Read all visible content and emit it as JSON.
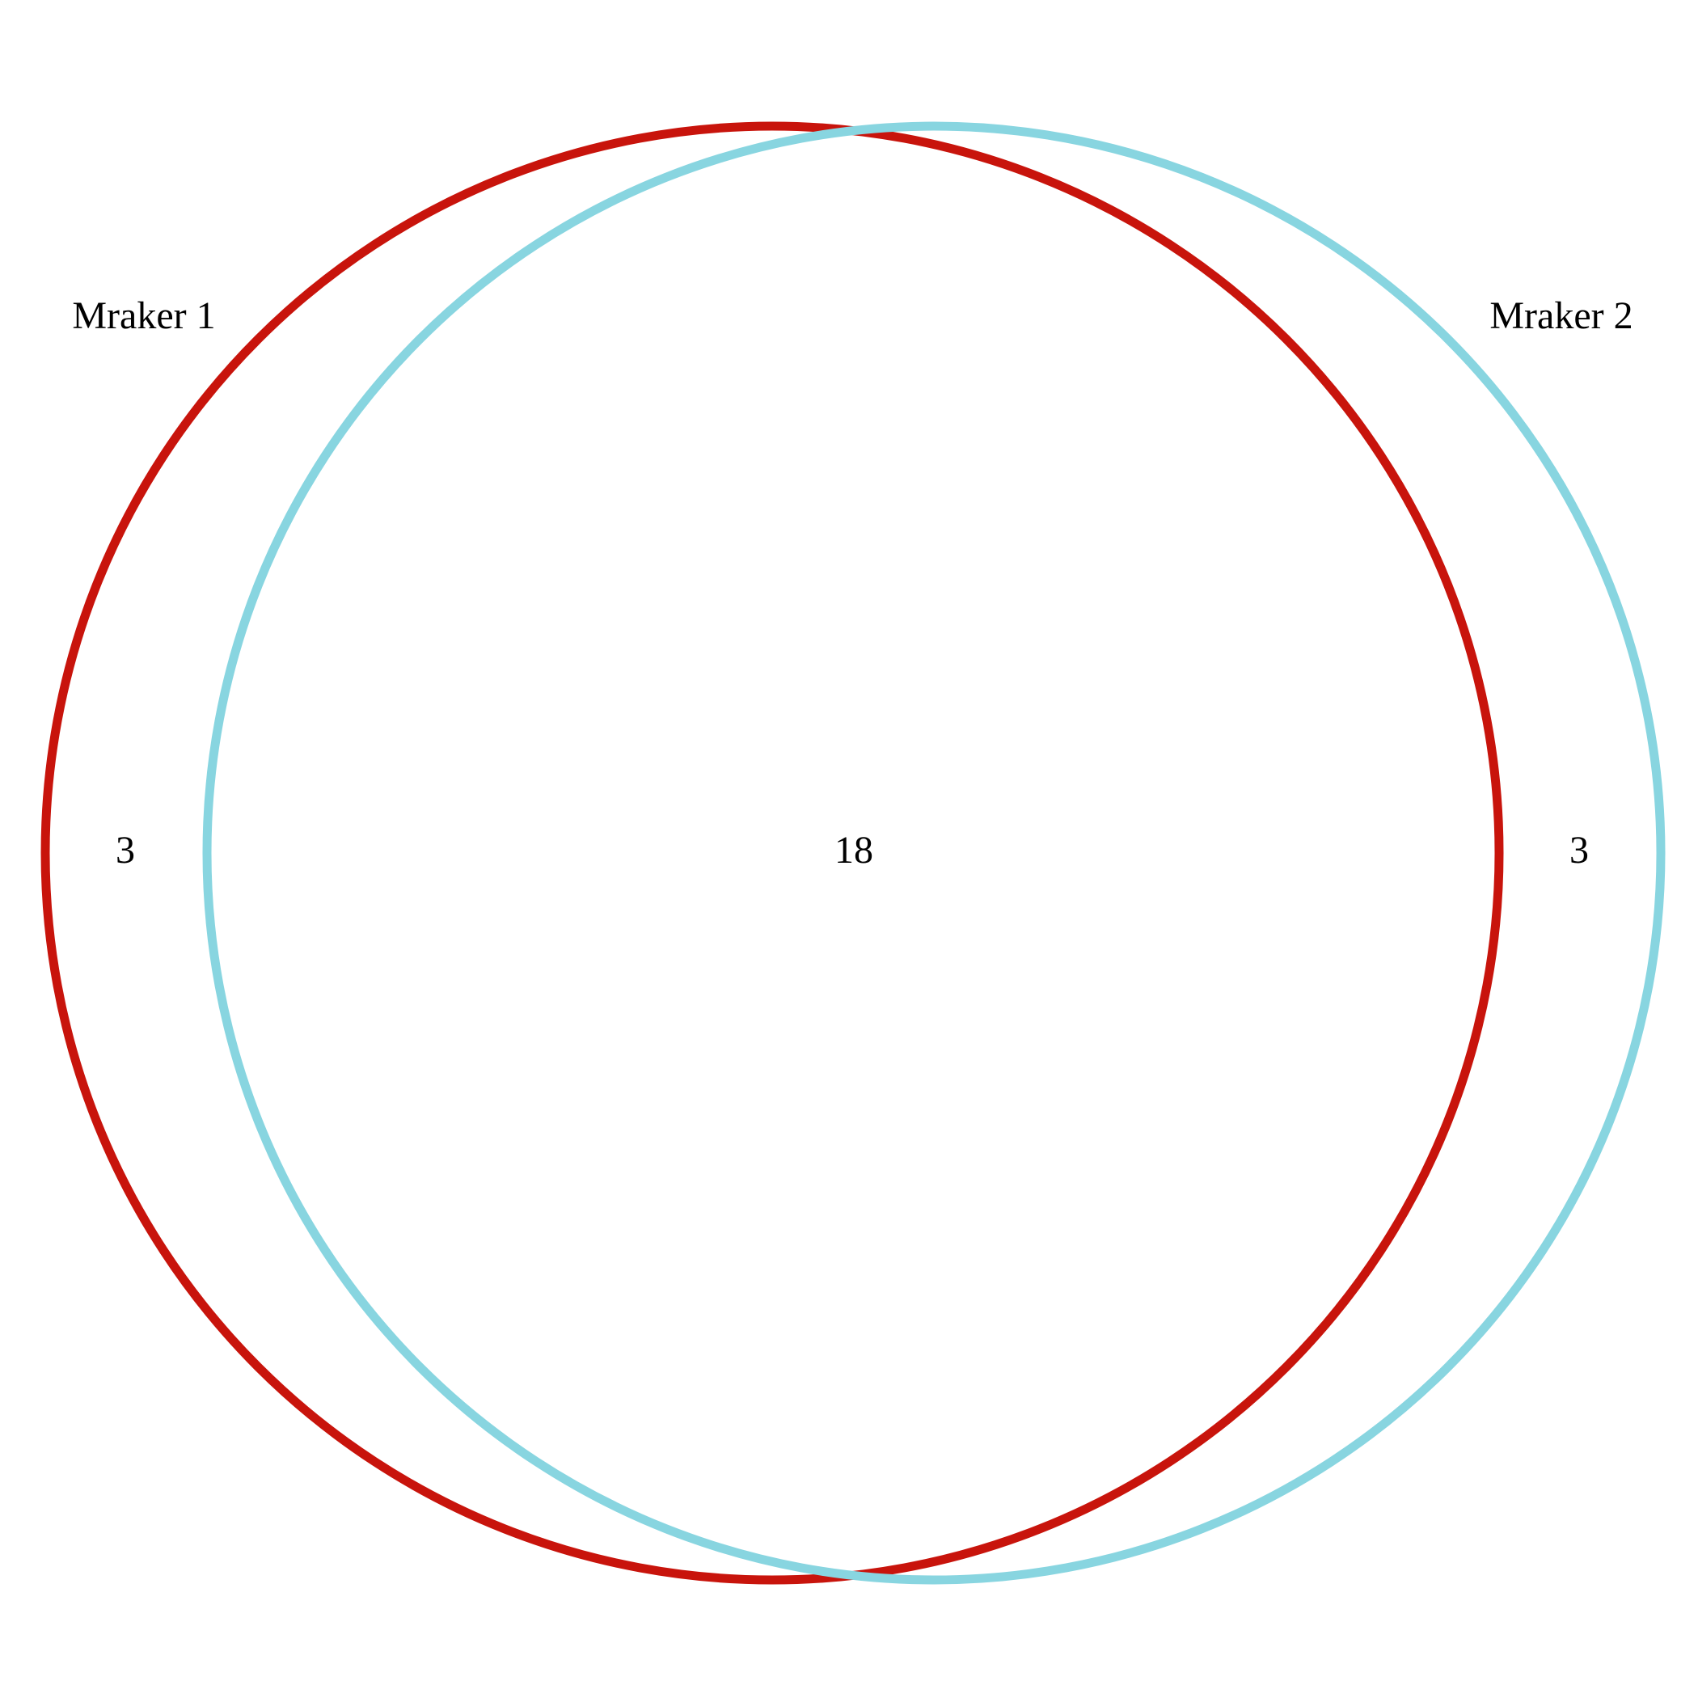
{
  "diagram": {
    "type": "venn",
    "sets": [
      {
        "label": "Mraker 1",
        "color": "#C8140C",
        "only_count": "3"
      },
      {
        "label": "Mraker 2",
        "color": "#88D5E0",
        "only_count": "3"
      }
    ],
    "intersection_count": "18"
  }
}
